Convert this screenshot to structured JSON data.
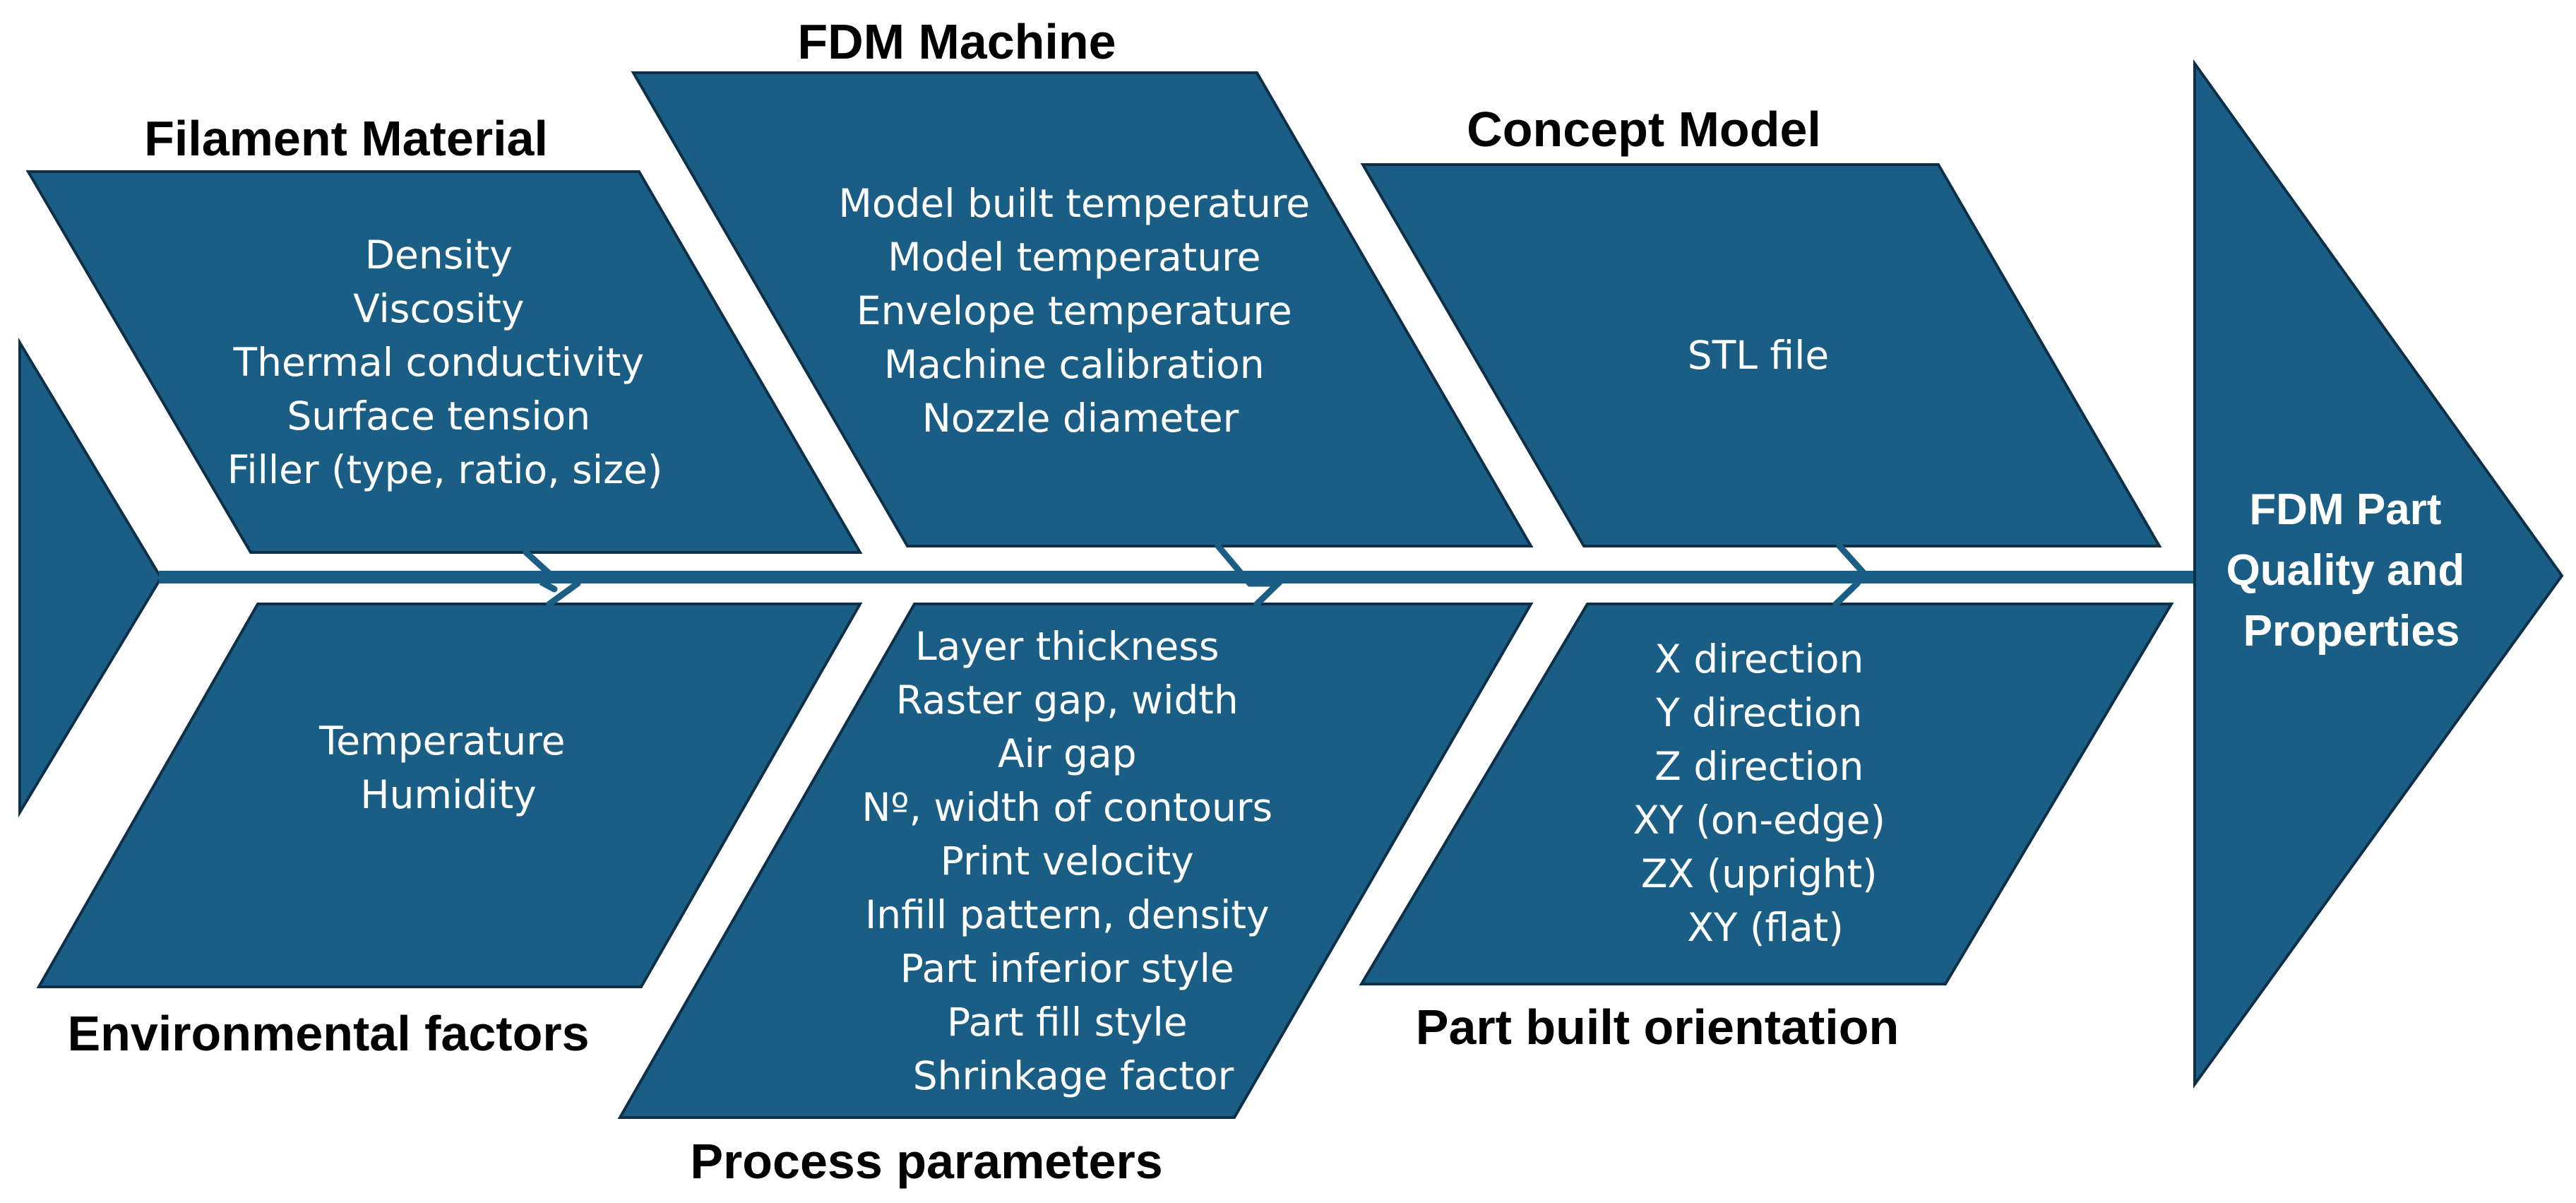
{
  "colors": {
    "fill": "#1a5e85",
    "stroke": "#0d2f47",
    "spine": "#1a5e85",
    "heading_text": "#000000",
    "item_text": "#ffffff"
  },
  "causes": [
    {
      "heading": "Filament Material",
      "items": [
        "Density",
        "Viscosity",
        "Thermal conductivity",
        "Surface tension",
        "Filler (type, ratio, size)"
      ]
    },
    {
      "heading": "FDM Machine",
      "items": [
        "Model built temperature",
        "Model temperature",
        "Envelope temperature",
        "Machine calibration",
        "Nozzle diameter"
      ]
    },
    {
      "heading": "Concept Model",
      "items": [
        "STL file"
      ]
    },
    {
      "heading": "Environmental factors",
      "items": [
        "Temperature",
        "Humidity"
      ]
    },
    {
      "heading": "Process parameters",
      "items": [
        "Layer thickness",
        "Raster gap, width",
        "Air gap",
        "Nº, width of contours",
        "Print velocity",
        "Infill pattern, density",
        "Part inferior style",
        "Part fill style",
        "Shrinkage factor"
      ]
    },
    {
      "heading": "Part built orientation",
      "items": [
        "X direction",
        "Y direction",
        "Z direction",
        "XY (on-edge)",
        "ZX (upright)",
        "XY (flat)"
      ]
    }
  ],
  "effect": {
    "lines": [
      "FDM Part",
      "Quality and",
      "Properties"
    ]
  }
}
